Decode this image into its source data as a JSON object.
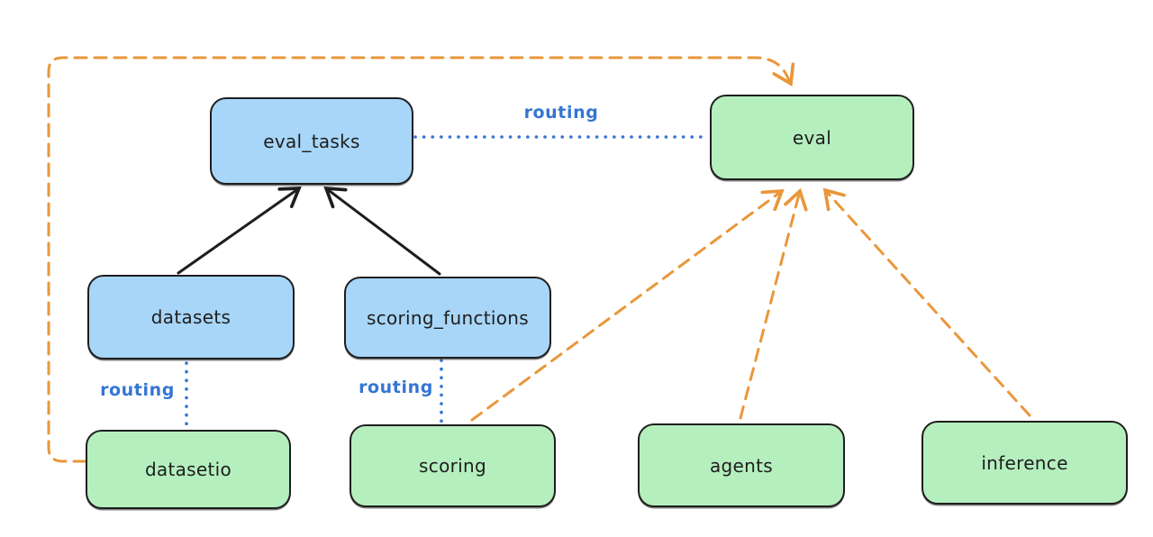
{
  "diagram": {
    "nodes": [
      {
        "id": "eval_tasks",
        "label": "eval_tasks",
        "fill": "#a8d6f8",
        "kind": "resource"
      },
      {
        "id": "eval",
        "label": "eval",
        "fill": "#b5efbe",
        "kind": "api"
      },
      {
        "id": "datasets",
        "label": "datasets",
        "fill": "#a8d6f8",
        "kind": "resource"
      },
      {
        "id": "scoring_functions",
        "label": "scoring_functions",
        "fill": "#a8d6f8",
        "kind": "resource"
      },
      {
        "id": "datasetio",
        "label": "datasetio",
        "fill": "#b5efbe",
        "kind": "api"
      },
      {
        "id": "scoring",
        "label": "scoring",
        "fill": "#b5efbe",
        "kind": "api"
      },
      {
        "id": "agents",
        "label": "agents",
        "fill": "#b5efbe",
        "kind": "api"
      },
      {
        "id": "inference",
        "label": "inference",
        "fill": "#b5efbe",
        "kind": "api"
      }
    ],
    "edges": [
      {
        "from": "datasets",
        "to": "eval_tasks",
        "type": "solid-arrow",
        "color": "#1e1e1e"
      },
      {
        "from": "scoring_functions",
        "to": "eval_tasks",
        "type": "solid-arrow",
        "color": "#1e1e1e"
      },
      {
        "from": "eval_tasks",
        "to": "eval",
        "type": "dotted",
        "label": "routing",
        "color": "#3575d3"
      },
      {
        "from": "datasets",
        "to": "datasetio",
        "type": "dotted",
        "label": "routing",
        "color": "#3575d3"
      },
      {
        "from": "scoring_functions",
        "to": "scoring",
        "type": "dotted",
        "label": "routing",
        "color": "#3575d3"
      },
      {
        "from": "datasetio",
        "to": "eval",
        "type": "dashed-arrow",
        "color": "#e9973a"
      },
      {
        "from": "scoring",
        "to": "eval",
        "type": "dashed-arrow",
        "color": "#e9973a"
      },
      {
        "from": "agents",
        "to": "eval",
        "type": "dashed-arrow",
        "color": "#e9973a"
      },
      {
        "from": "inference",
        "to": "eval",
        "type": "dashed-arrow",
        "color": "#e9973a"
      }
    ],
    "colors": {
      "node_blue_fill": "#a8d6f8",
      "node_green_fill": "#b5efbe",
      "node_stroke": "#1e1e1e",
      "routing_blue": "#3575d3",
      "dashed_orange": "#e9973a",
      "background": "#ffffff"
    }
  }
}
